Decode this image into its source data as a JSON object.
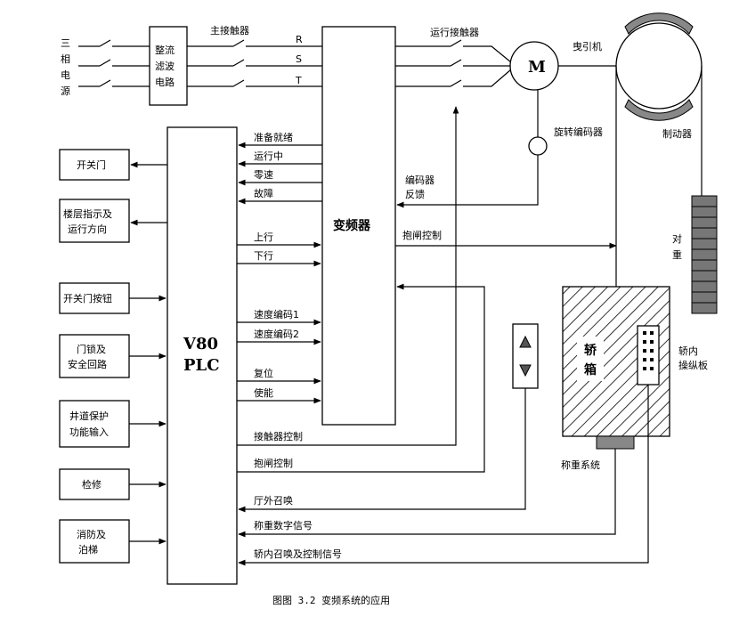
{
  "power": {
    "label": [
      "三",
      "相",
      "电",
      "源"
    ]
  },
  "rectifier": {
    "label": [
      "整流",
      "滤波",
      "电路"
    ]
  },
  "main_contactor": "主接触器",
  "phases": [
    "R",
    "S",
    "T"
  ],
  "inverter": "变频器",
  "run_contactor": "运行接触器",
  "motor": "M",
  "traction": "曳引机",
  "encoder": "旋转编码器",
  "brake": "制动器",
  "counterweight": [
    "对",
    "重"
  ],
  "car": [
    "轿",
    "箱"
  ],
  "car_panel": [
    "轿内",
    "操纵板"
  ],
  "weigh": "称重系统",
  "plc": [
    "V80",
    "PLC"
  ],
  "left_boxes": [
    [
      "开关门"
    ],
    [
      "楼层指示及",
      "运行方向"
    ],
    [
      "开关门按钮"
    ],
    [
      "门锁及",
      "安全回路"
    ],
    [
      "井道保护",
      "功能输入"
    ],
    [
      "检修"
    ],
    [
      "消防及",
      "泊梯"
    ]
  ],
  "inv_to_plc": [
    "准备就绪",
    "运行中",
    "零速",
    "故障"
  ],
  "plc_to_inv": [
    "上行",
    "下行",
    "速度编码1",
    "速度编码2",
    "复位",
    "使能"
  ],
  "encoder_feedback": [
    "编码器",
    "反馈"
  ],
  "brake_control_inv": "抱闸控制",
  "plc_outputs": [
    "接触器控制",
    "抱闸控制"
  ],
  "plc_inputs": [
    "厅外召唤",
    "称重数字信号",
    "轿内召唤及控制信号"
  ],
  "caption": "图图 3.2 变频系统的应用"
}
